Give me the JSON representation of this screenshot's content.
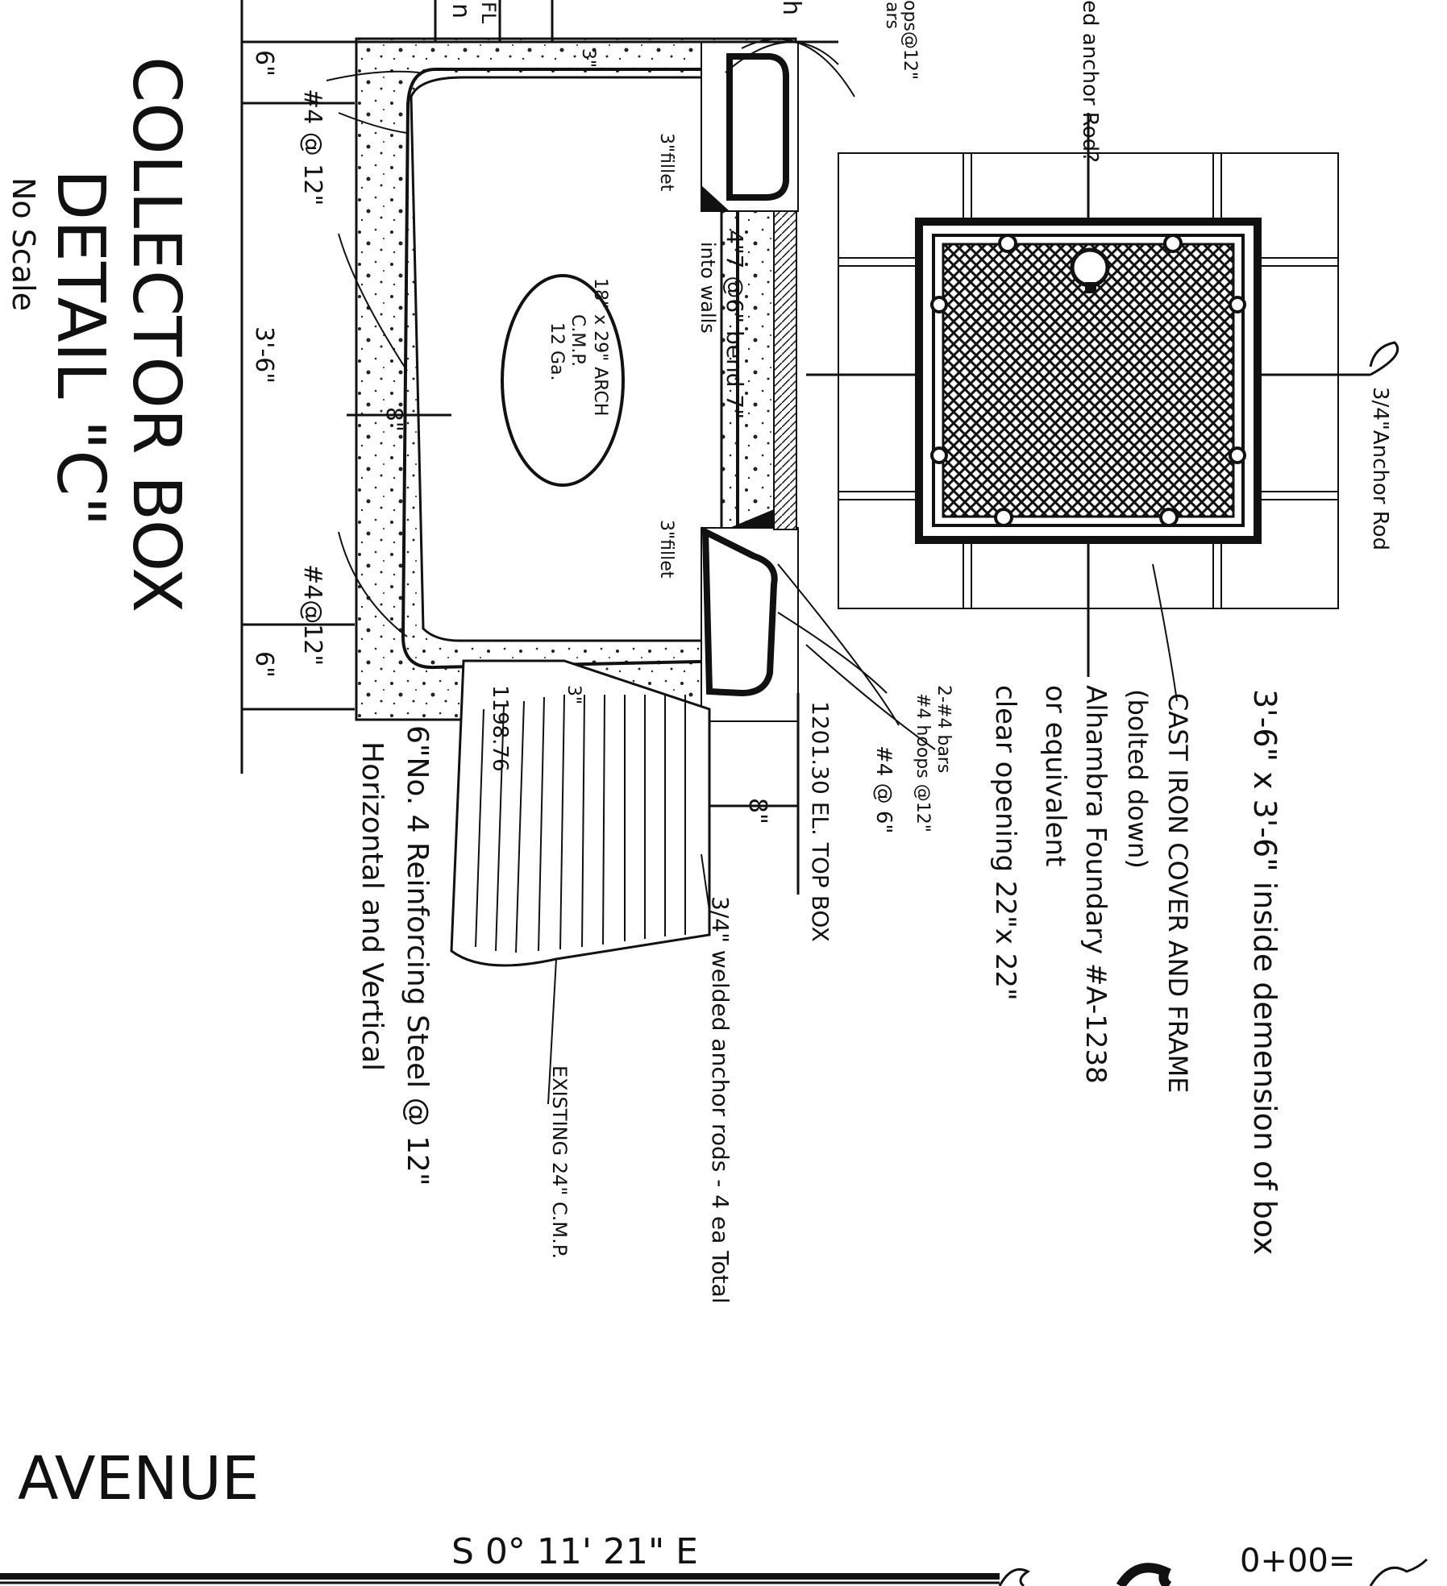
{
  "title": {
    "line1": "COLLECTOR BOX",
    "line2": "DETAIL \"C\"",
    "scale": "No Scale"
  },
  "dimensions": {
    "d_top": "6\"",
    "d_mid": "3'-6\"",
    "d_bot": "6\"",
    "d_3in_a": "3\"",
    "d_3in_b": "3\"",
    "d_8in_wall": "8\"",
    "d_8in_lower": "8\"",
    "fl": "FL"
  },
  "labels": {
    "top_anchor": "ed anchor Rod?",
    "top_bars": "ars",
    "top_hoops": "ops@12\"",
    "top_h": "h",
    "top_n": "n",
    "rebar_upper": "#4 @ 12\"",
    "rebar_lower": "#4@12\"",
    "fillet_upper": "3\"fillet",
    "fillet_lower": "3\"fillet",
    "bend": "4\"7 @6\" bend 7\"",
    "bend2": "into walls",
    "pipe_l1": "18\" x 29\" ARCH",
    "pipe_l2": "C.M.P.",
    "pipe_l3": "12 Ga.",
    "anchor_right": "3/4\"Anchor Rod",
    "inside_dim": "3'-6\" x 3'-6\" inside demension of box",
    "cover1": "CAST IRON COVER AND FRAME",
    "cover2": "(bolted down)",
    "cover3": "Alhambra Foundary #A-1238",
    "cover4": "or equivalent",
    "cover5": "clear opening   22\"x 22\"",
    "bars1": "2-#4 bars",
    "bars2": "#4 hoops @12\"",
    "bars3": "#4 @ 6\"",
    "el_top": "1201.30 EL. TOP BOX",
    "el_low": "1198.76",
    "welded": "3/4\" welded anchor rods - 4 ea Total",
    "existing": "EXISTING 24\" C.M.P.",
    "reinf1": "6\"No. 4 Reinforcing Steel @ 12\"",
    "reinf2": "Horizontal and Vertical",
    "avenue": "AVENUE",
    "bearing": "S 0° 11' 21\" E",
    "station": "0+00="
  }
}
